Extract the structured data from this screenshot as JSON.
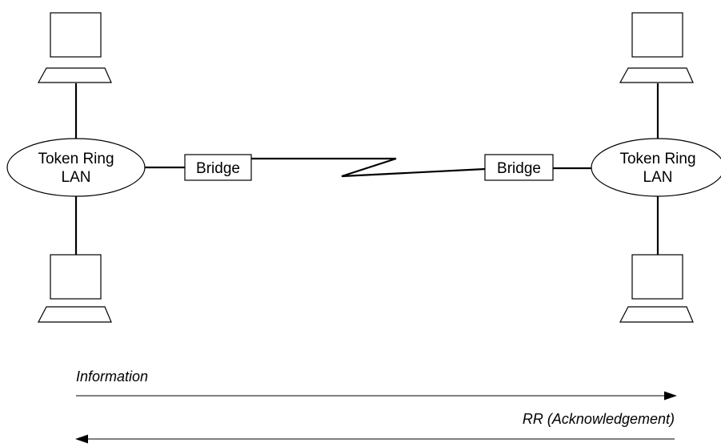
{
  "left_lan": {
    "line1": "Token Ring",
    "line2": "LAN"
  },
  "right_lan": {
    "line1": "Token Ring",
    "line2": "LAN"
  },
  "left_bridge": {
    "label": "Bridge"
  },
  "right_bridge": {
    "label": "Bridge"
  },
  "flows": {
    "forward_label": "Information",
    "backward_label": "RR (Acknowledgement)"
  },
  "icons": {
    "workstation": "computer-terminal-icon",
    "wan_link": "lightning-zigzag-link",
    "arrow": "arrowhead"
  }
}
